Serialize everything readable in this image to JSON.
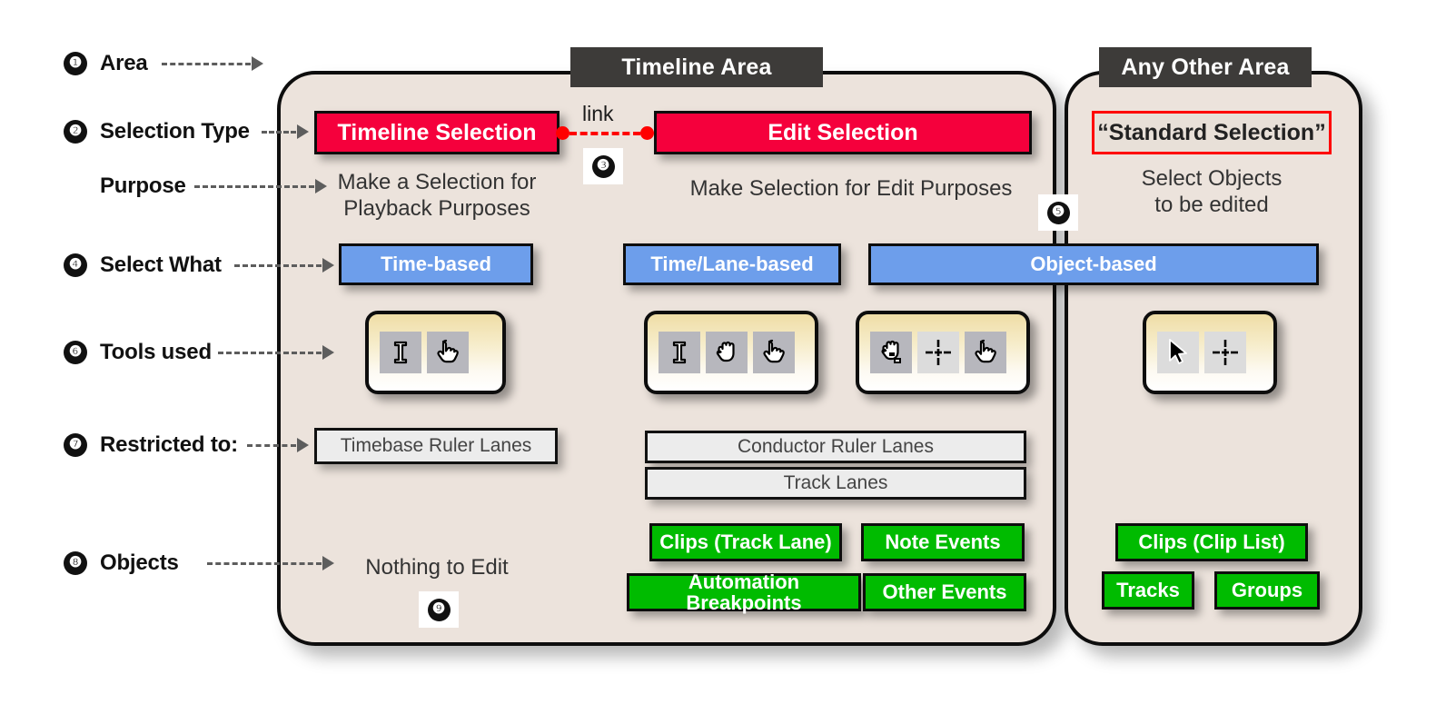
{
  "rows": [
    {
      "num": "❶",
      "label": "Area"
    },
    {
      "num": "❷",
      "label": "Selection Type"
    },
    {
      "num": "",
      "label": "Purpose"
    },
    {
      "num": "❹",
      "label": "Select What"
    },
    {
      "num": "❻",
      "label": "Tools used"
    },
    {
      "num": "❼",
      "label": "Restricted to:"
    },
    {
      "num": "❽",
      "label": "Objects"
    }
  ],
  "areas": {
    "timeline": "Timeline Area",
    "other": "Any Other Area"
  },
  "selection_types": {
    "timeline": "Timeline Selection",
    "edit": "Edit Selection",
    "standard": "“Standard Selection”"
  },
  "link": {
    "label": "link"
  },
  "purposes": {
    "timeline_line1": "Make a Selection for",
    "timeline_line2": "Playback Purposes",
    "edit": "Make Selection for Edit Purposes",
    "other_line1": "Select Objects",
    "other_line2": "to be edited"
  },
  "select_what": {
    "time": "Time-based",
    "time_lane": "Time/Lane-based",
    "object": "Object-based"
  },
  "tools": {
    "timeline_selection": [
      "i-beam-cursor-icon",
      "pointing-hand-cursor-icon"
    ],
    "edit_selection": [
      "i-beam-cursor-icon",
      "grab-hand-cursor-icon",
      "pointing-hand-cursor-icon"
    ],
    "object_edit": [
      "grab-hand-object-cursor-icon",
      "move-crosshair-icon",
      "pointing-hand-cursor-icon"
    ],
    "standard": [
      "arrow-pointer-icon",
      "move-crosshair-icon"
    ]
  },
  "restricted": {
    "timebase": "Timebase Ruler Lanes",
    "conductor": "Conductor Ruler Lanes",
    "track": "Track Lanes"
  },
  "objects": {
    "nothing": "Nothing to Edit",
    "clips_track": "Clips (Track Lane)",
    "note_events": "Note Events",
    "automation": "Automation Breakpoints",
    "other_events": "Other Events",
    "clips_list": "Clips (Clip List)",
    "tracks": "Tracks",
    "groups": "Groups"
  },
  "callouts": {
    "link_num": "❸",
    "divider_num": "❺",
    "nothing_num": "❾"
  },
  "colors": {
    "panel_bg": "#ece3dc",
    "selection_red": "#f5003c",
    "select_what_blue": "#6d9eeb",
    "object_green": "#00bb00",
    "area_tab_dark": "#3d3b39",
    "outline_red": "#ff0000"
  }
}
